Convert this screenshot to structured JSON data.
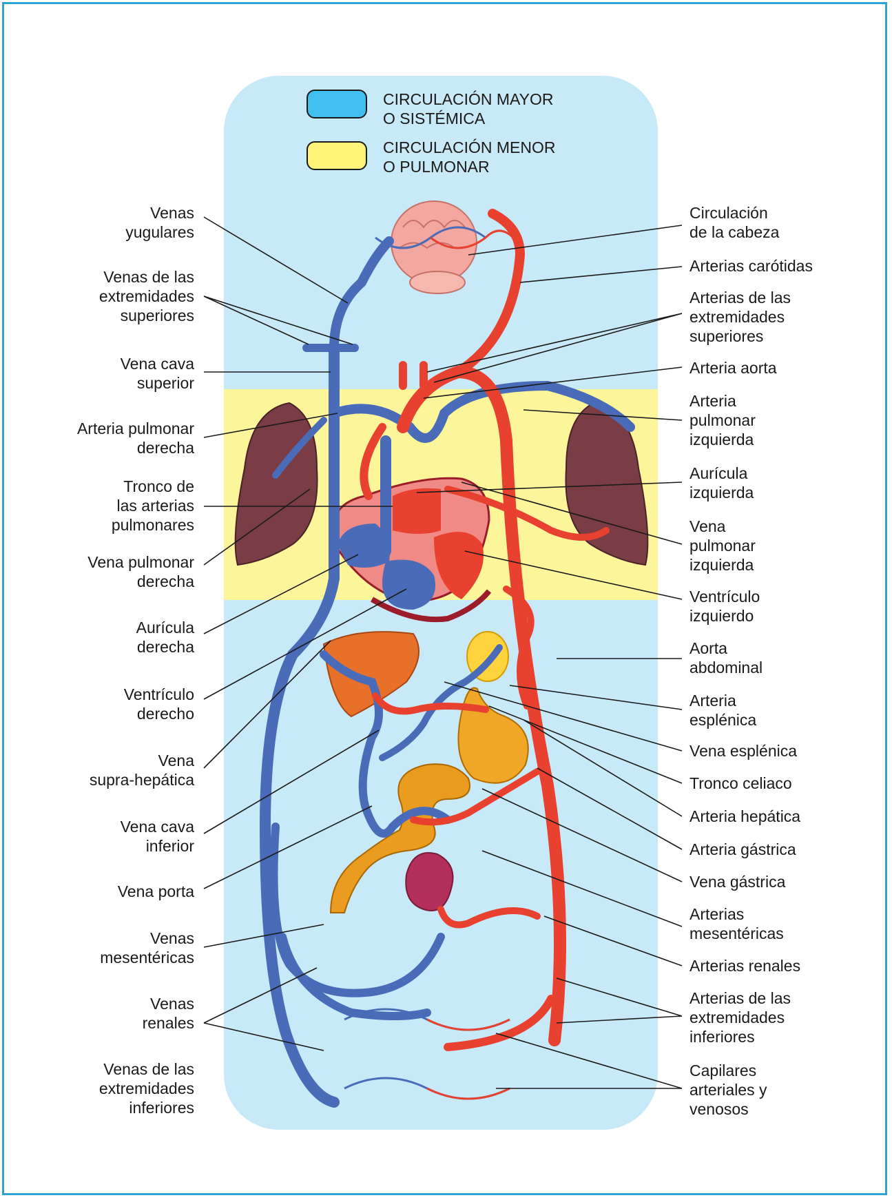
{
  "colors": {
    "frame": "#2ea3d5",
    "systemic_bg": "#c8e9f8",
    "pulmonary_bg": "#fdf59a",
    "vein": "#4a6bb8",
    "artery": "#e8412f",
    "legend_systemic": "#3fc0ee",
    "legend_pulmonary": "#fff37a"
  },
  "legend": [
    {
      "label": "CIRCULACIÓN MAYOR\nO SISTÉMICA",
      "color_key": "legend_systemic"
    },
    {
      "label": "CIRCULACIÓN MENOR\nO PULMONAR",
      "color_key": "legend_pulmonary"
    }
  ],
  "labels_left": [
    "Venas\nyugulares",
    "Venas de las\nextremidades\nsuperiores",
    "Vena cava\nsuperior",
    "Arteria pulmonar\nderecha",
    "Tronco de\nlas arterias\npulmonares",
    "Vena pulmonar\nderecha",
    "Aurícula\nderecha",
    "Ventrículo\nderecho",
    "Vena\nsupra-hepática",
    "Vena cava\ninferior",
    "Vena porta",
    "Venas\nmesentéricas",
    "Venas\nrenales",
    "Venas de las\nextremidades\ninferiores"
  ],
  "labels_right": [
    "Circulación\nde la cabeza",
    "Arterias carótidas",
    "Arterias de las\nextremidades\nsuperiores",
    "Arteria aorta",
    "Arteria\npulmonar\nizquierda",
    "Aurícula\nizquierda",
    "Vena\npulmonar\nizquierda",
    "Ventrículo\nizquierdo",
    "Aorta\nabdominal",
    "Arteria\nesplénica",
    "Vena esplénica",
    "Tronco celiaco",
    "Arteria hepática",
    "Arteria gástrica",
    "Vena gástrica",
    "Arterias\nmesentéricas",
    "Arterias renales",
    "Arterias de las\nextremidades\ninferiores",
    "Capilares\narteriales y\nvenosos"
  ]
}
